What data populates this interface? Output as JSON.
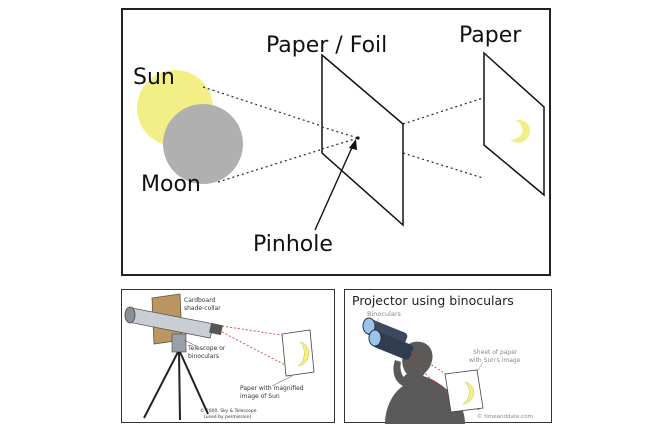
{
  "main_diagram": {
    "labels": {
      "sun": "Sun",
      "moon": "Moon",
      "paper_foil": "Paper / Foil",
      "paper": "Paper",
      "pinhole": "Pinhole"
    },
    "colors": {
      "sun": "#f2ef86",
      "moon": "#b0b0b0",
      "image": "#f2ef86"
    }
  },
  "telescope_panel": {
    "labels": {
      "cardboard": "Cardboard",
      "shade_collar": "shade-collar",
      "telescope": "Telescope or",
      "binoculars": "binoculars",
      "paper_line1": "Paper with magnified",
      "paper_line2": "image of Sun",
      "copyright_line1": "© 2000, Sky & Telescope",
      "copyright_line2": "(used by permission)"
    }
  },
  "binocular_panel": {
    "title": "Projector using binoculars",
    "labels": {
      "binoculars": "Binoculars",
      "sheet_line1": "Sheet of paper",
      "sheet_line2": "with Sun's image",
      "watermark": "© timeanddate.com"
    }
  }
}
